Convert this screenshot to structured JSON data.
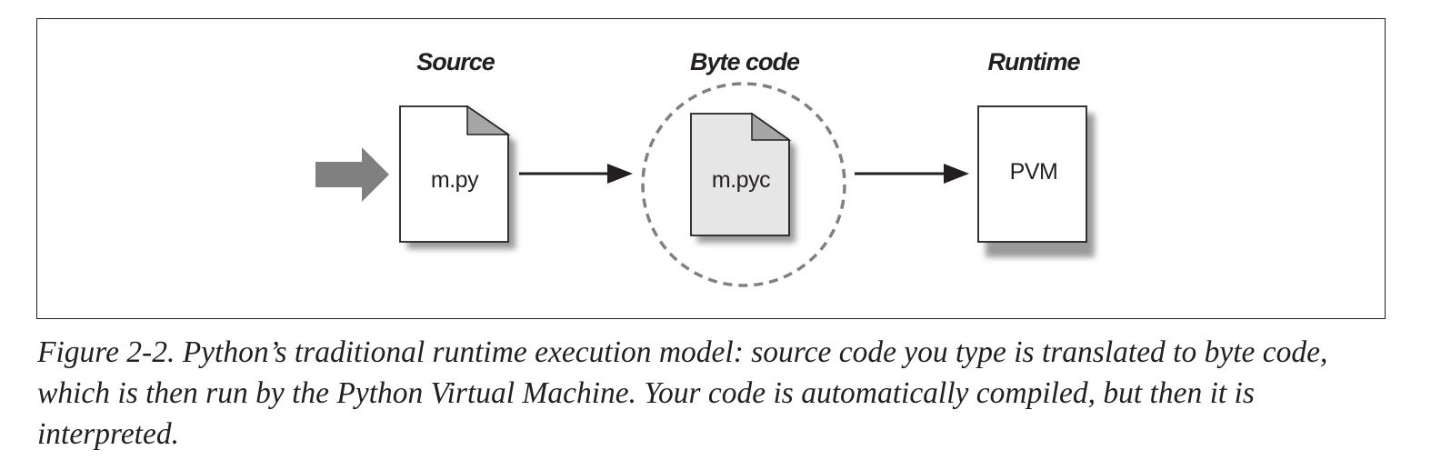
{
  "diagram": {
    "stages": [
      {
        "heading": "Source",
        "box_label": "m.py"
      },
      {
        "heading": "Byte code",
        "box_label": "m.pyc"
      },
      {
        "heading": "Runtime",
        "box_label": "PVM"
      }
    ],
    "colors": {
      "ink": "#231f20",
      "input_arrow": "#808080",
      "shadow": "#9a9a9a",
      "bytecode_fill": "#e6e6e6",
      "dog_ear": "#a6a6a6",
      "dashed_circle": "#808080"
    }
  },
  "caption": {
    "text": "Figure 2-2. Python’s traditional runtime execution model: source code you type is translated to byte code, which is then run by the Python Virtual Machine. Your code is automatically compiled, but then it is interpreted."
  }
}
